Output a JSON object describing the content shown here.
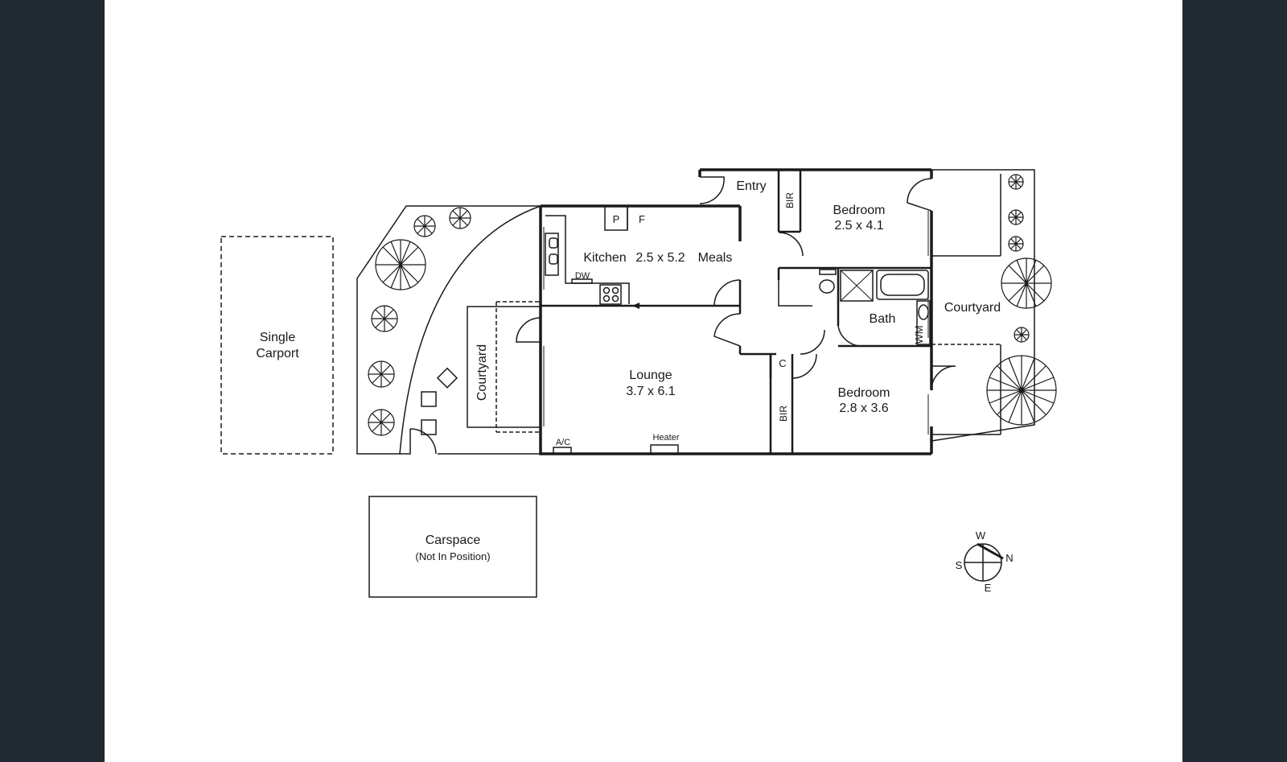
{
  "plan": {
    "carport": {
      "line1": "Single",
      "line2": "Carport"
    },
    "carspace": {
      "line1": "Carspace",
      "line2": "(Not In Position)"
    },
    "courtyard_west": "Courtyard",
    "courtyard_east": "Courtyard",
    "entry": "Entry",
    "kitchen": {
      "name": "Kitchen",
      "dims": "2.5 x 5.2",
      "meals": "Meals"
    },
    "pantry": "P",
    "fridge": "F",
    "dishwasher": "DW",
    "lounge": {
      "name": "Lounge",
      "dims": "3.7 x 6.1"
    },
    "aircon": "A/C",
    "heater": "Heater",
    "bedroom1": {
      "name": "Bedroom",
      "dims": "2.5 x 4.1"
    },
    "bedroom2": {
      "name": "Bedroom",
      "dims": "2.8 x 3.6"
    },
    "bir1": "BIR",
    "bir2": "BIR",
    "cupboard": "C",
    "bath": "Bath",
    "washing_machine": "WM",
    "compass": {
      "w": "W",
      "n": "N",
      "s": "S",
      "e": "E"
    }
  }
}
